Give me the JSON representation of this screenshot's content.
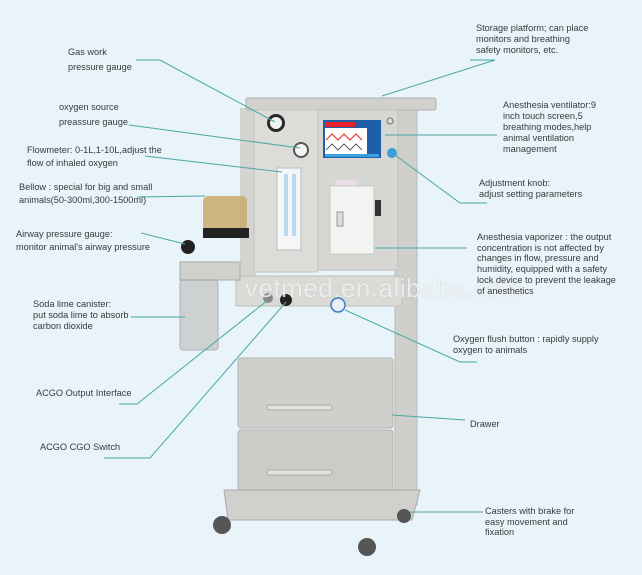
{
  "watermark": "vetmed.en.alibaba.com",
  "colors": {
    "background": "#e8f3fa",
    "leader_line": "#4aa9a4",
    "body_panel": "#d9d9d6",
    "screen_header": "#e8202a",
    "screen_bar": "#3aa0e0",
    "bellows": "#c9a96a",
    "knob": "#3a9fd8"
  },
  "labels": {
    "gas_work_gauge": "Gas work\npressure gauge",
    "oxygen_source_gauge": "oxygen source\npreassure gauge",
    "flowmeter": "Flowmeter: 0-1L,1-10L,adjust the\nflow of inhaled oxygen",
    "bellow": "Bellow : special for big and small\nanimals(50-300ml,300-1500ml)",
    "airway_gauge": "Airway pressure gauge:\nmonitor animal's airway pressure",
    "soda_lime": "Soda lime canister:\nput soda lime to absorb\ncarbon dioxide",
    "acgo_output": "ACGO Output Interface",
    "acgo_switch": "ACGO  CGO Switch",
    "storage_platform": "Storage platform; can place\nmonitors and breathing\nsafety monitors, etc.",
    "ventilator": "Anesthesia ventilator:9\ninch touch screen,5\nbreathing modes,help\nanimal ventilation\nmanagement",
    "adjust_knob": "Adjustment knob:\nadjust setting parameters",
    "vaporizer": "Anesthesia vaporizer : the output\nconcentration is not affected by\nchanges in flow, pressure and\nhumidity, equipped with a safety\nlock device to prevent the leakage\nof anesthetics",
    "oxygen_flush": "Oxygen flush button : rapidly supply\noxygen to animals",
    "drawer": "Drawer",
    "casters": "Casters with brake for\neasy movement and\nfixation"
  }
}
